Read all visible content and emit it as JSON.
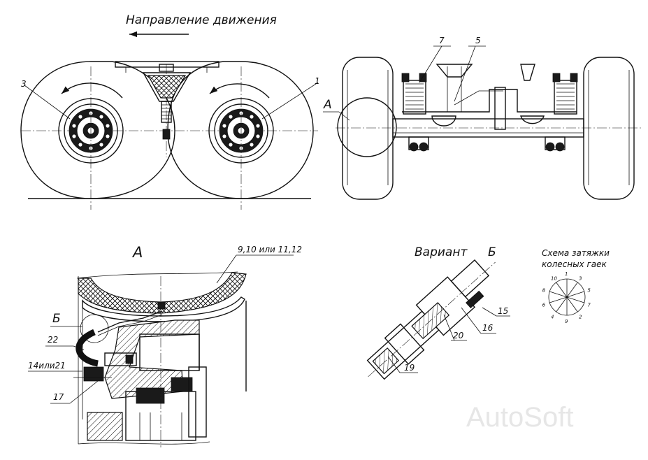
{
  "header": {
    "direction_label": "Направление движения"
  },
  "view_a": {
    "title": "А"
  },
  "variant_b": {
    "title_word": "Вариант",
    "title_letter": "Б"
  },
  "nut_scheme": {
    "title_line1": "Схема затяжки",
    "title_line2": "колесных гаек",
    "numbers": [
      "1",
      "2",
      "3",
      "4",
      "5",
      "6",
      "7",
      "8",
      "9",
      "10"
    ]
  },
  "callouts": {
    "c1": "1",
    "c3": "3",
    "c5": "5",
    "c7": "7",
    "cA": "А",
    "c910": "9,10 или 11,12",
    "cB": "Б",
    "c22": "22",
    "c1421": "14или21",
    "c17": "17",
    "c15": "15",
    "c16": "16",
    "c20": "20",
    "c19": "19"
  },
  "watermark": {
    "text": "AutoSoft"
  }
}
